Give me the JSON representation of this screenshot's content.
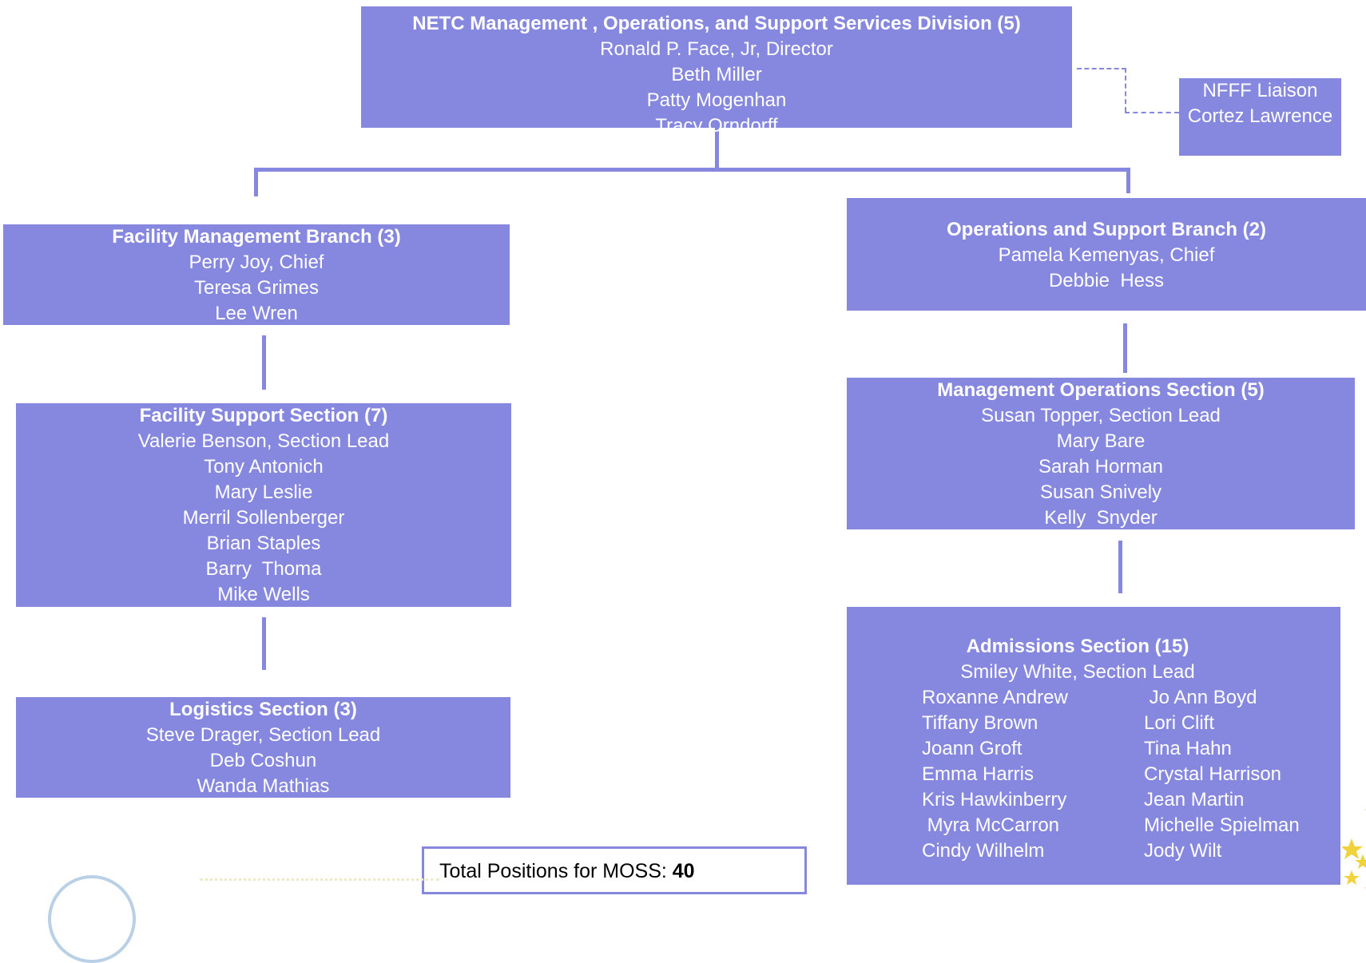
{
  "division": {
    "title": "NETC Management , Operations, and Support Services Division (5)",
    "members": [
      "Ronald P. Face, Jr, Director",
      "Beth Miller",
      "Patty Mogenhan",
      "Tracy Orndorff"
    ]
  },
  "liaison": {
    "members": [
      "NFFF Liaison",
      "Cortez Lawrence"
    ]
  },
  "facility_branch": {
    "title": "Facility Management Branch (3)",
    "members": [
      "Perry Joy, Chief",
      "Teresa Grimes",
      "Lee Wren"
    ]
  },
  "ops_branch": {
    "title": "Operations and Support Branch (2)",
    "members": [
      "Pamela Kemenyas, Chief",
      "Debbie  Hess"
    ]
  },
  "facility_support": {
    "title": "Facility Support Section (7)",
    "members": [
      "Valerie Benson, Section Lead",
      "Tony Antonich",
      "Mary Leslie",
      "Merril Sollenberger",
      "Brian Staples",
      "Barry  Thoma",
      "Mike Wells"
    ]
  },
  "mgmt_ops": {
    "title": "Management Operations Section (5)",
    "members": [
      "Susan Topper, Section Lead",
      "Mary Bare",
      "Sarah Horman",
      "Susan Snively",
      "Kelly  Snyder"
    ]
  },
  "logistics": {
    "title": "Logistics  Section (3)",
    "members": [
      "Steve Drager, Section Lead",
      "Deb Coshun",
      "Wanda Mathias"
    ]
  },
  "admissions": {
    "title": "Admissions Section (15)",
    "lead": "Smiley White, Section Lead",
    "left_col": [
      "Roxanne Andrew",
      "Tiffany Brown",
      "Joann Groft",
      "Emma Harris",
      "Kris Hawkinberry",
      " Myra McCarron",
      "Cindy Wilhelm"
    ],
    "right_col": [
      " Jo Ann Boyd",
      "Lori Clift",
      "Tina Hahn",
      "Crystal Harrison",
      "Jean Martin",
      "Michelle Spielman",
      "Jody Wilt"
    ]
  },
  "total": {
    "label": "Total Positions for MOSS: ",
    "value": "40"
  },
  "colors": {
    "box": "#8687df",
    "text": "#ffffff"
  }
}
